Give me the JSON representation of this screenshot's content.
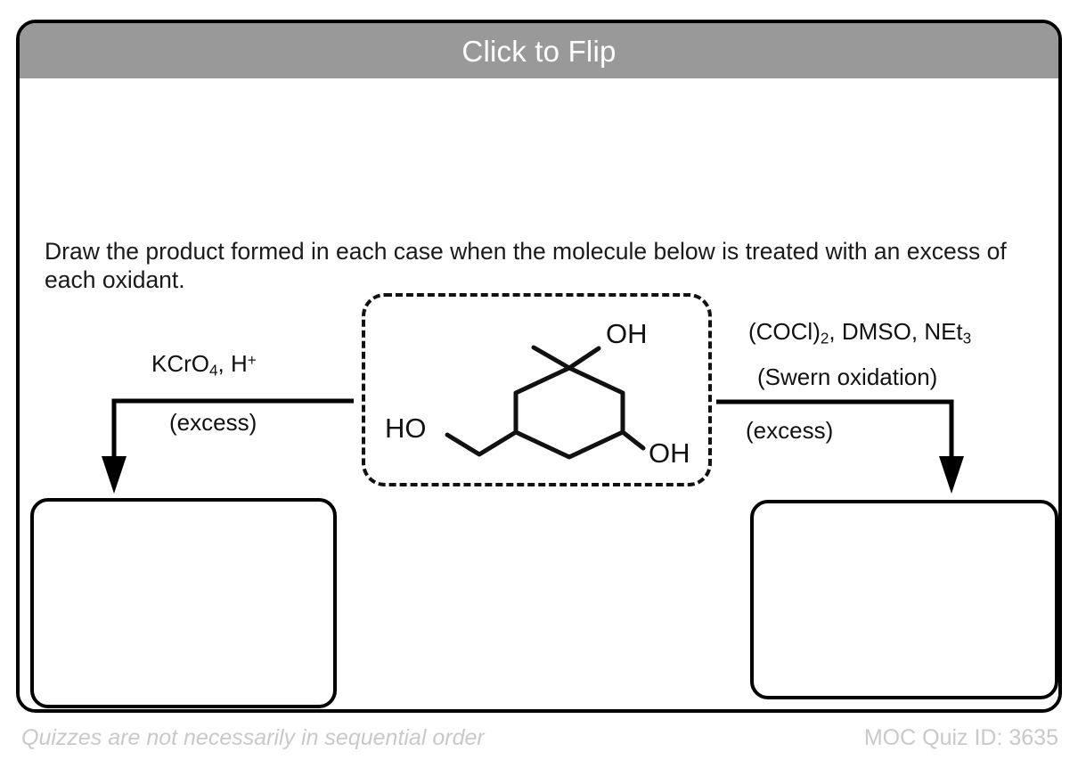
{
  "card": {
    "header_title": "Click to Flip",
    "header_bg": "#999999",
    "header_text_color": "#ffffff",
    "border_color": "#000000"
  },
  "prompt": {
    "text": "Draw the product formed in each case when the molecule below is treated with an excess of each oxidant."
  },
  "reactions": {
    "left": {
      "reagent_main": "KCrO",
      "reagent_sub": "4",
      "reagent_tail": ", H",
      "reagent_sup": "+",
      "condition": "(excess)",
      "arrow_direction": "down-left"
    },
    "right": {
      "reagent_main": "(COCl)",
      "reagent_sub": "2",
      "reagent_tail": ", DMSO, NEt",
      "reagent_sub2": "3",
      "name": "(Swern oxidation)",
      "condition": "(excess)",
      "arrow_direction": "down-right"
    }
  },
  "molecule": {
    "description": "cyclohexane ring, 1-methyl-1-hydroxy, 3-hydroxy, 5-hydroxymethyl",
    "labels": {
      "top_oh": "OH",
      "bottom_right_oh": "OH",
      "left_ho": "HO"
    }
  },
  "answers": {
    "left_box_content": "",
    "right_box_content": ""
  },
  "footer": {
    "note": "Quizzes are not necessarily in sequential order",
    "quiz_id": "MOC Quiz ID: 3635",
    "text_color": "#c9c9c9"
  }
}
